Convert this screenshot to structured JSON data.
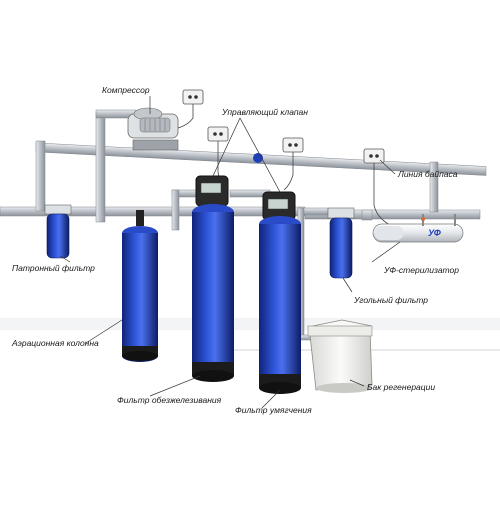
{
  "labels": {
    "compressor": "Компрессор",
    "control_valve": "Управляющий клапан",
    "bypass_line": "Линия байпаса",
    "cartridge_filter": "Патронный фильтр",
    "uv_sterilizer": "УФ-стерилизатор",
    "carbon_filter": "Угольный фильтр",
    "aeration_column": "Аэрационная колонна",
    "iron_removal_filter": "Фильтр обезжелезивания",
    "softening_filter": "Фильтр умягчения",
    "regeneration_tank": "Бак регенерации"
  },
  "uv_badge": "УФ",
  "colors": {
    "vessel_blue": "#1f3fb8",
    "pipe_gray": "#c9cdd3",
    "base_black": "#1b1b1b",
    "tank_white": "#f4f4f2"
  }
}
